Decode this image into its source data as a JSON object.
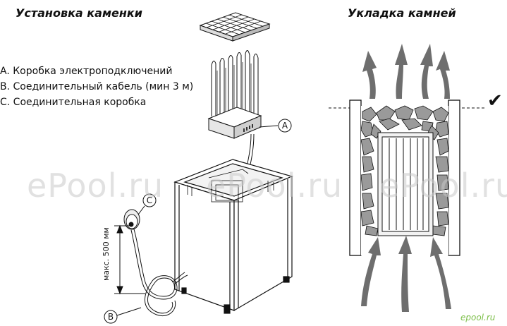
{
  "titles": {
    "left": "Установка каменки",
    "right": "Укладка камней"
  },
  "legend": [
    "A. Коробка электроподключений",
    "B. Соединительный кабель (мин 3 м)",
    "C. Соединительная коробка"
  ],
  "markers": {
    "a": "A",
    "b": "B",
    "c": "C"
  },
  "dimension_label": "макс. 500 мм",
  "watermarks": {
    "main": "ePool.ru",
    "corner": "epool.ru"
  },
  "check_mark": "✔",
  "colors": {
    "line": "#111111",
    "arrow_gray": "#6e6e6e",
    "stone": "#9a9a9a",
    "watermark": "#c8c8c8",
    "corner_watermark": "#7dbf4a"
  }
}
